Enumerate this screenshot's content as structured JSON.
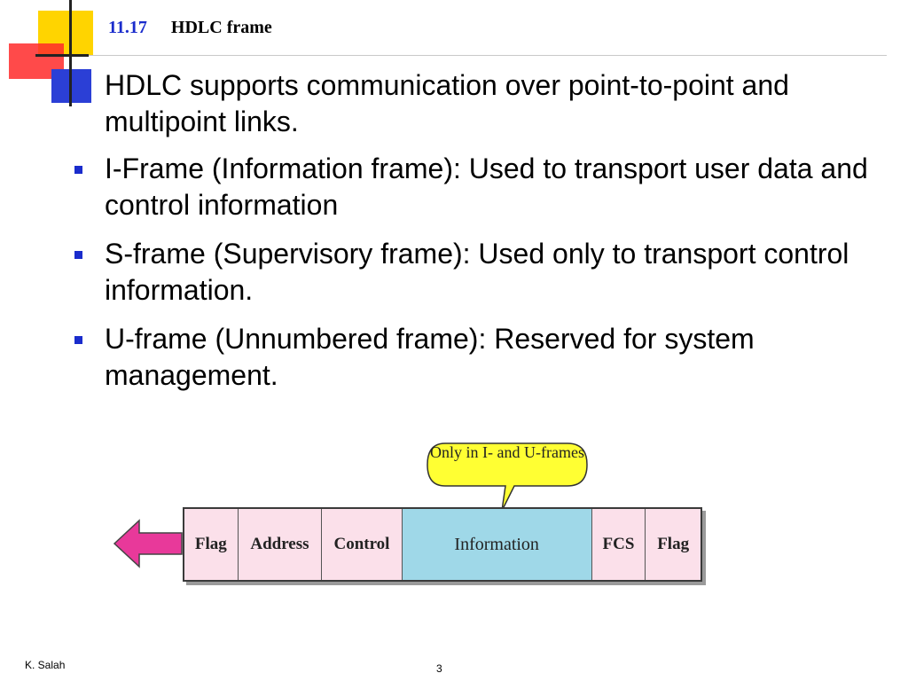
{
  "slide": {
    "number": "11.17",
    "title": "HDLC frame"
  },
  "bullets": [
    "HDLC supports communication over point-to-point and multipoint links.",
    "I-Frame (Information frame): Used to transport user data and control information",
    "S-frame (Supervisory frame): Used only to transport control information.",
    "U-frame (Unnumbered frame): Reserved for system management."
  ],
  "diagram": {
    "fields": [
      "Flag",
      "Address",
      "Control",
      "Information",
      "FCS",
      "Flag"
    ],
    "callout": "Only in I- and U-frames"
  },
  "footer": {
    "author": "K. Salah",
    "page": "3"
  },
  "colors": {
    "accent_blue": "#1a2ccc",
    "field_pink": "#fbe0ea",
    "info_cyan": "#9fd8e8",
    "callout_yellow": "#ffff33",
    "arrow_pink": "#e8399a"
  }
}
